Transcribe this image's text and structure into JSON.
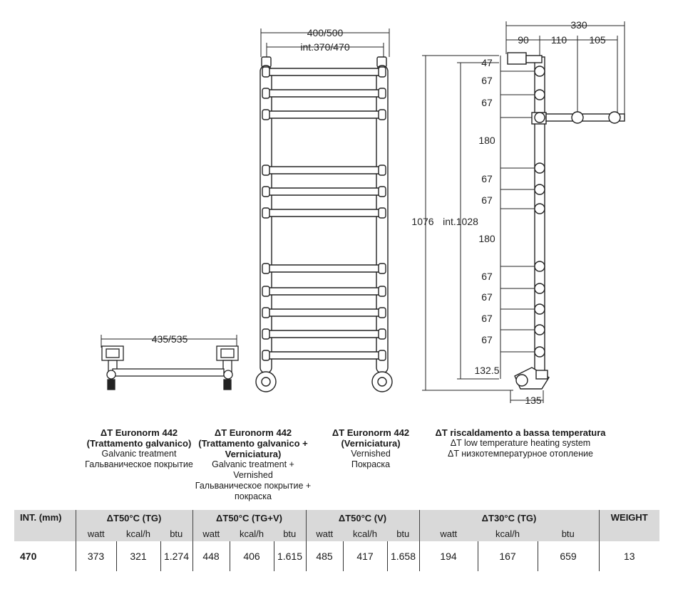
{
  "drawing": {
    "dim_width_total": "400/500",
    "dim_width_int": "int.370/470",
    "dim_plan_width": "435/535",
    "dim_depth_total": "330",
    "dim_depth_a": "90",
    "dim_depth_b": "110",
    "dim_depth_c": "105",
    "dim_height_total": "1076",
    "dim_height_int": "int.1028",
    "dim_spacings": [
      "47",
      "67",
      "67",
      "180",
      "67",
      "67",
      "180",
      "67",
      "67",
      "67",
      "67",
      "132.5"
    ],
    "dim_bottom": "135"
  },
  "finish_headers": [
    {
      "title_line1": "ΔT Euronorm 442",
      "title_line2": "(Trattamento galvanico)",
      "en": "Galvanic treatment",
      "ru": "Гальваническое покрытие"
    },
    {
      "title_line1": "ΔT Euronorm 442",
      "title_line2": "(Trattamento galvanico +",
      "title_line3": "Verniciatura)",
      "en": "Galvanic treatment +",
      "en2": "Vernished",
      "ru": "Гальваническое покрытие +",
      "ru2": "покраска"
    },
    {
      "title_line1": "ΔT Euronorm 442",
      "title_line2": "(Verniciatura)",
      "en": "Vernished",
      "ru": "Покраска"
    },
    {
      "title_line1": "ΔT riscaldamento a bassa temperatura",
      "en": "ΔT low temperature heating system",
      "ru": "ΔT низкотемпературное отопление"
    }
  ],
  "table": {
    "col_int": "INT. (mm)",
    "groups": [
      "ΔT50°C (TG)",
      "ΔT50°C (TG+V)",
      "ΔT50°C (V)",
      "ΔT30°C (TG)"
    ],
    "col_weight": "WEIGHT",
    "units": [
      "watt",
      "kcal/h",
      "btu"
    ],
    "row": {
      "int": "470",
      "tg": [
        "373",
        "321",
        "1.274"
      ],
      "tgv": [
        "448",
        "406",
        "1.615"
      ],
      "v": [
        "485",
        "417",
        "1.658"
      ],
      "lt": [
        "194",
        "167",
        "659"
      ],
      "weight": "13"
    }
  }
}
